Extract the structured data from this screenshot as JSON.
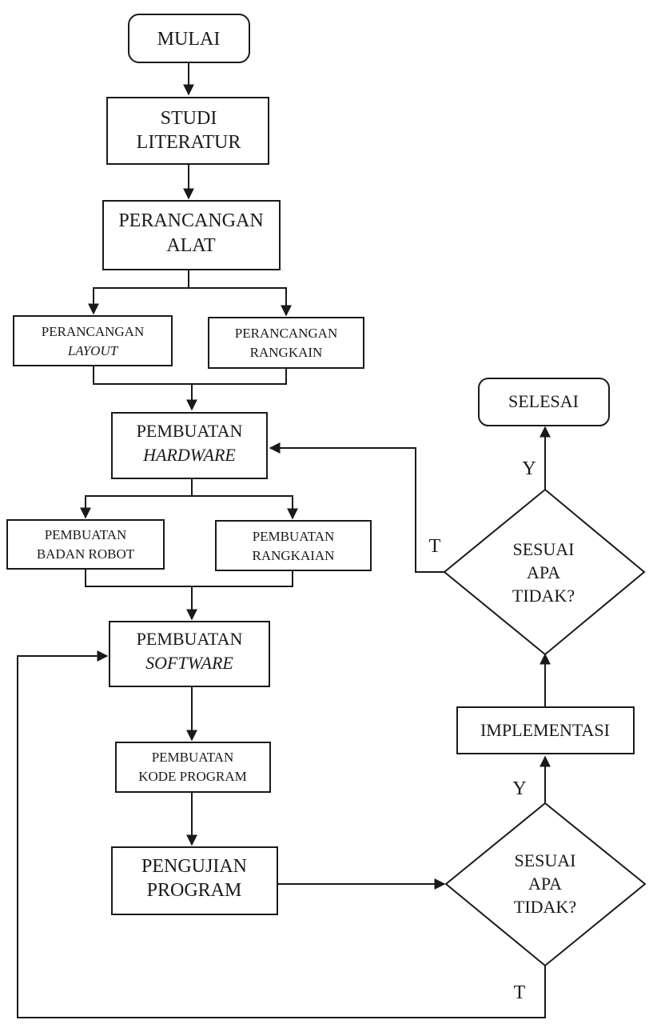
{
  "nodes": {
    "mulai": "MULAI",
    "studi_1": "STUDI",
    "studi_2": "LITERATUR",
    "perancangan_alat_1": "PERANCANGAN",
    "perancangan_alat_2": "ALAT",
    "perancangan_layout_1": "PERANCANGAN",
    "perancangan_layout_2": "LAYOUT",
    "perancangan_rangkain_1": "PERANCANGAN",
    "perancangan_rangkain_2": "RANGKAIN",
    "pembuatan_hardware_1": "PEMBUATAN",
    "pembuatan_hardware_2": "HARDWARE",
    "pembuatan_badan_1": "PEMBUATAN",
    "pembuatan_badan_2": "BADAN ROBOT",
    "pembuatan_rangkaian_1": "PEMBUATAN",
    "pembuatan_rangkaian_2": "RANGKAIAN",
    "pembuatan_software_1": "PEMBUATAN",
    "pembuatan_software_2": "SOFTWARE",
    "kode_program_1": "PEMBUATAN",
    "kode_program_2": "KODE PROGRAM",
    "pengujian_1": "PENGUJIAN",
    "pengujian_2": "PROGRAM",
    "decision_lower_1": "SESUAI",
    "decision_lower_2": "APA",
    "decision_lower_3": "TIDAK?",
    "implementasi": "IMPLEMENTASI",
    "decision_upper_1": "SESUAI",
    "decision_upper_2": "APA",
    "decision_upper_3": "TIDAK?",
    "selesai": "SELESAI"
  },
  "branch_labels": {
    "upper_yes": "Y",
    "upper_no": "T",
    "lower_yes": "Y",
    "lower_no": "T"
  }
}
